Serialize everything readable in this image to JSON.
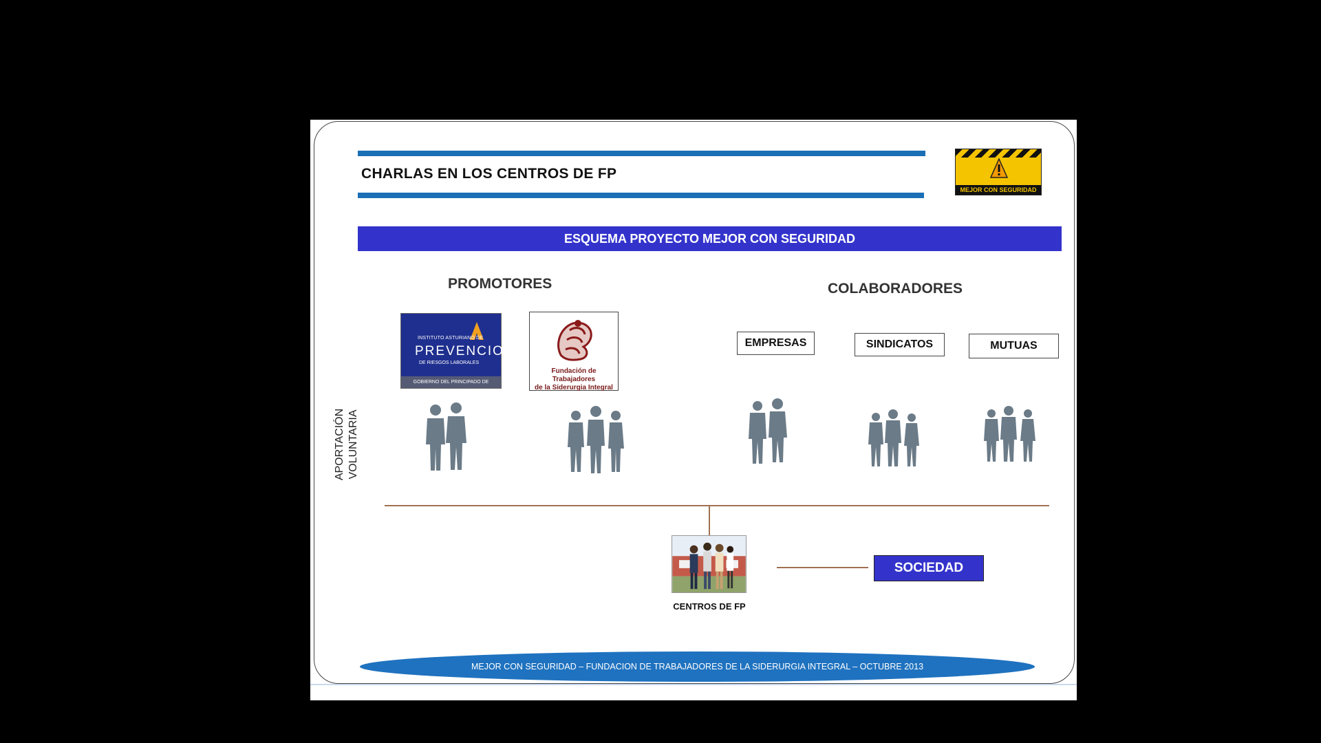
{
  "title": "CHARLAS EN LOS CENTROS DE FP",
  "logo_text": "MEJOR CON SEGURIDAD",
  "banner": "ESQUEMA PROYECTO MEJOR CON SEGURIDAD",
  "promotores": {
    "heading": "PROMOTORES",
    "prevencion_logo": {
      "top_text": "INSTITUTO ASTURIANO DE",
      "main_text": "PREVENCION",
      "sub_text": "DE RIESGOS LABORALES",
      "footer_text": "GOBIERNO DEL PRINCIPADO DE ASTURIAS"
    },
    "fundacion_logo": {
      "line1": "Fundación de Trabajadores",
      "line2": "de la Siderurgia Integral"
    }
  },
  "colaboradores": {
    "heading": "COLABORADORES",
    "items": [
      "EMPRESAS",
      "SINDICATOS",
      "MUTUAS"
    ]
  },
  "vertical_label": {
    "line1": "APORTACIÓN",
    "line2": "VOLUNTARIA"
  },
  "centros_label": "CENTROS DE  FP",
  "sociedad": "SOCIEDAD",
  "footer": "MEJOR CON SEGURIDAD – FUNDACION DE TRABAJADORES DE LA SIDERURGIA INTEGRAL – OCTUBRE 2013",
  "colors": {
    "accent_blue": "#1a6fb5",
    "banner_blue": "#3333cc",
    "silhouette": "#6b7b88",
    "warning_yellow": "#f5c400"
  }
}
